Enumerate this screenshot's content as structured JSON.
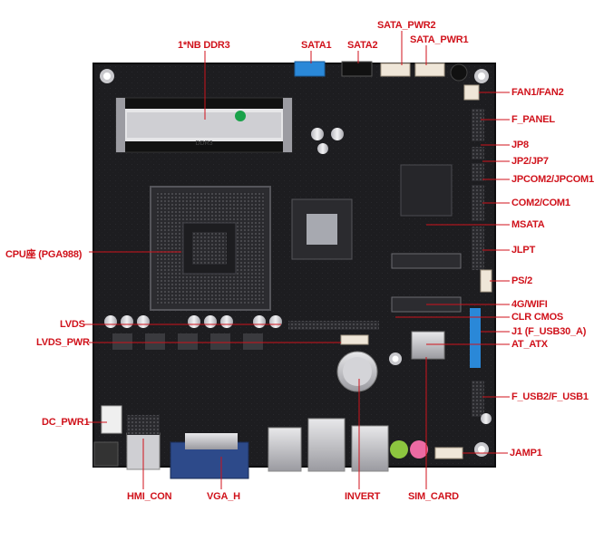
{
  "colors": {
    "label": "#d0121b",
    "board": "#1a1a1c",
    "leader": "#d0121b"
  },
  "labels": {
    "ddr3": "1*NB DDR3",
    "sata1": "SATA1",
    "sata2": "SATA2",
    "sata_pwr2": "SATA_PWR2",
    "sata_pwr1": "SATA_PWR1",
    "fan": "FAN1/FAN2",
    "f_panel": "F_PANEL",
    "jp8": "JP8",
    "jp2": "JP2/JP7",
    "jpcom": "JPCOM2/JPCOM1",
    "com": "COM2/COM1",
    "msata": "MSATA",
    "cpu": "CPU座 (PGA988)",
    "jlpt": "JLPT",
    "ps2": "PS/2",
    "wifi": "4G/WIFI",
    "lvds": "LVDS",
    "clr_cmos": "CLR CMOS",
    "j1": "J1 (F_USB30_A)",
    "lvds_pwr": "LVDS_PWR",
    "at_atx": "AT_ATX",
    "f_usb": "F_USB2/F_USB1",
    "dc_pwr": "DC_PWR1",
    "jamp": "JAMP1",
    "hmi": "HMI_CON",
    "vga": "VGA_H",
    "invert": "INVERT",
    "sim": "SIM_CARD"
  }
}
